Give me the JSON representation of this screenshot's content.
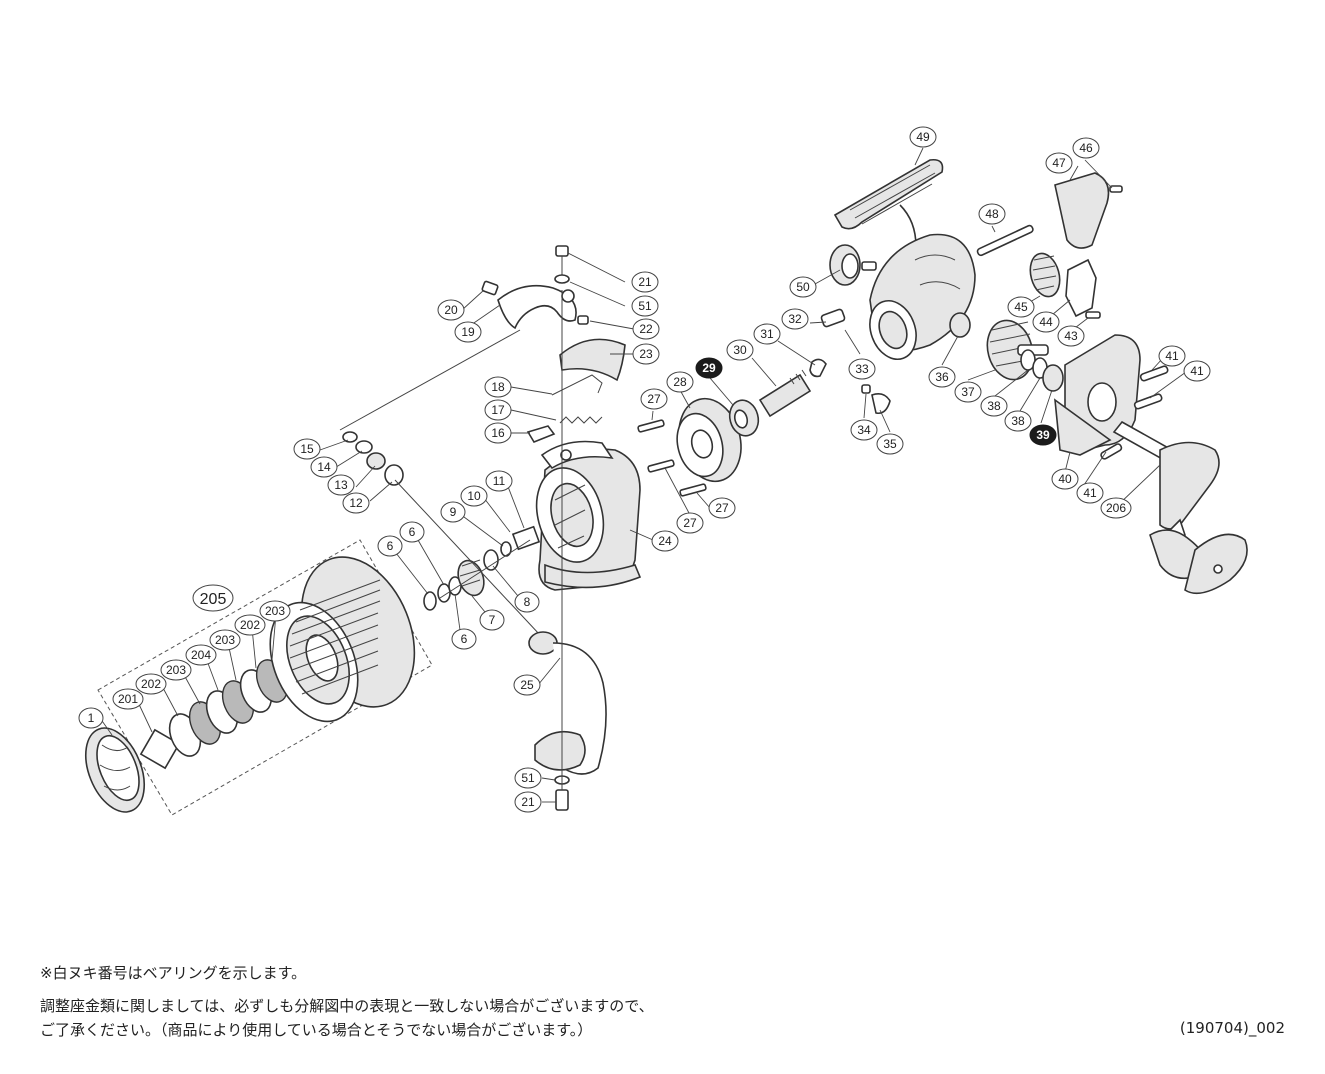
{
  "notes": {
    "bearing_note": "※白ヌキ番号はベアリングを示します。",
    "adjust_note_line1": "調整座金類に関しましては、必ずしも分解図中の表現と一致しない場合がございますので、",
    "adjust_note_line2": "ご了承ください。（商品により使用している場合とそうでない場合がございます。）"
  },
  "diagram_code": "(190704)_002",
  "part_numbers": {
    "p1": "1",
    "p6a": "6",
    "p6b": "6",
    "p6c": "6",
    "p7": "7",
    "p8": "8",
    "p9": "9",
    "p10": "10",
    "p11": "11",
    "p12": "12",
    "p13": "13",
    "p14": "14",
    "p15": "15",
    "p16": "16",
    "p17": "17",
    "p18": "18",
    "p19": "19",
    "p20": "20",
    "p21a": "21",
    "p21b": "21",
    "p22": "22",
    "p23": "23",
    "p24": "24",
    "p25": "25",
    "p27a": "27",
    "p27b": "27",
    "p27c": "27",
    "p28": "28",
    "p29": "29",
    "p30": "30",
    "p31": "31",
    "p32": "32",
    "p33": "33",
    "p34": "34",
    "p35": "35",
    "p36": "36",
    "p37": "37",
    "p38a": "38",
    "p38b": "38",
    "p39": "39",
    "p40": "40",
    "p41a": "41",
    "p41b": "41",
    "p41c": "41",
    "p43": "43",
    "p44": "44",
    "p45": "45",
    "p46": "46",
    "p47": "47",
    "p48": "48",
    "p49": "49",
    "p50": "50",
    "p51a": "51",
    "p51b": "51",
    "p201": "201",
    "p202a": "202",
    "p202b": "202",
    "p203a": "203",
    "p203b": "203",
    "p203c": "203",
    "p204": "204",
    "p205": "205",
    "p206": "206"
  }
}
